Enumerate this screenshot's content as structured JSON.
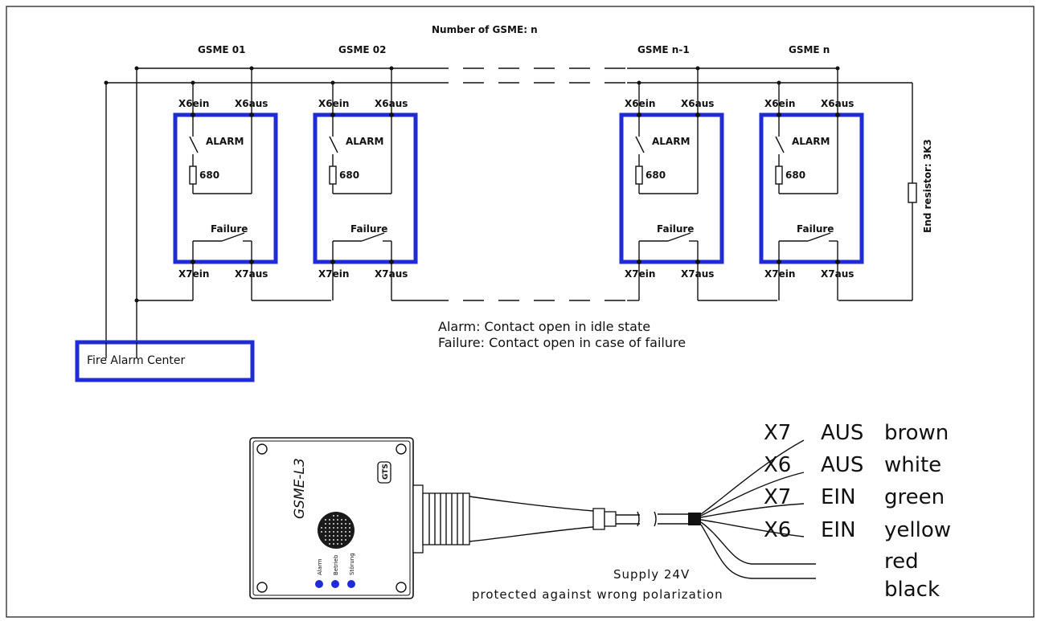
{
  "header": {
    "count_label": "Number of GSME: n"
  },
  "modules": [
    {
      "title": "GSME 01",
      "x6in": "X6ein",
      "x6out": "X6aus",
      "alarm": "ALARM",
      "resistor": "680",
      "failure": "Failure",
      "x7in": "X7ein",
      "x7out": "X7aus"
    },
    {
      "title": "GSME 02",
      "x6in": "X6ein",
      "x6out": "X6aus",
      "alarm": "ALARM",
      "resistor": "680",
      "failure": "Failure",
      "x7in": "X7ein",
      "x7out": "X7aus"
    },
    {
      "title": "GSME n-1",
      "x6in": "X6ein",
      "x6out": "X6aus",
      "alarm": "ALARM",
      "resistor": "680",
      "failure": "Failure",
      "x7in": "X7ein",
      "x7out": "X7aus"
    },
    {
      "title": "GSME n",
      "x6in": "X6ein",
      "x6out": "X6aus",
      "alarm": "ALARM",
      "resistor": "680",
      "failure": "Failure",
      "x7in": "X7ein",
      "x7out": "X7aus"
    }
  ],
  "end_resistor": "End resistor: 3K3",
  "fire_alarm_center": "Fire Alarm Center",
  "notes": {
    "alarm": "Alarm: Contact open in idle state",
    "failure": "Failure: Contact open in case of failure"
  },
  "device": {
    "name": "GSME-L3",
    "logo": "GTS",
    "leds": [
      "Alarm",
      "Betrieb",
      "Störung"
    ]
  },
  "wires": [
    {
      "terminal": "X7",
      "direction": "AUS",
      "color": "brown"
    },
    {
      "terminal": "X6",
      "direction": "AUS",
      "color": "white"
    },
    {
      "terminal": "X7",
      "direction": "EIN",
      "color": "green"
    },
    {
      "terminal": "X6",
      "direction": "EIN",
      "color": "yellow"
    },
    {
      "terminal": "",
      "direction": "",
      "color": "red"
    },
    {
      "terminal": "",
      "direction": "",
      "color": "black"
    }
  ],
  "supply": {
    "line1": "Supply 24V",
    "line2": "protected against wrong polarization"
  },
  "colors": {
    "module_frame": "#1e2bd6",
    "line": "#111111",
    "led": "#1e2bd6"
  }
}
